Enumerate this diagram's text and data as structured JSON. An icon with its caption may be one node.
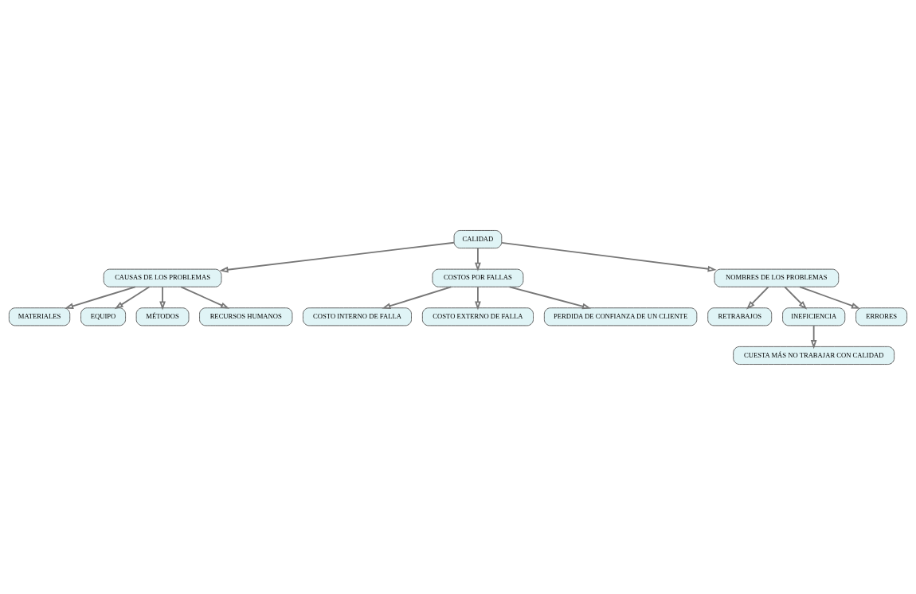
{
  "diagram": {
    "nodes": [
      {
        "text": [
          "CALIDAD"
        ]
      },
      {
        "text": [
          "CAUSAS DE LOS PROBLEMAS"
        ]
      },
      {
        "text": [
          "COSTOS POR FALLAS"
        ]
      },
      {
        "text": [
          "MATERIALES"
        ]
      },
      {
        "text": [
          "EQUIPO"
        ]
      },
      {
        "text": [
          "MÉTODOS"
        ]
      },
      {
        "text": [
          "RECURSOS HUMANOS"
        ]
      },
      {
        "text": [
          "COSTO INTERNO DE FALLA"
        ]
      },
      {
        "text": [
          "COSTO EXTERNO DE FALLA"
        ]
      },
      {
        "text": [
          "PERDIDA DE CONFIANZA DE UN CLIENTE"
        ]
      },
      {
        "text": [
          "NOMBRES DE LOS PROBLEMAS"
        ]
      },
      {
        "text": [
          "RETRABAJOS"
        ]
      },
      {
        "text": [
          "INEFICIENCIA"
        ]
      },
      {
        "text": [
          "ERRORES"
        ]
      },
      {
        "text": [
          "CUESTA MÁS NO TRABAJAR CON CALIDAD"
        ]
      }
    ],
    "edges": [
      {
        "from": 0,
        "to": 1,
        "arrow": "to"
      },
      {
        "from": 0,
        "to": 2,
        "arrow": "to"
      },
      {
        "from": 1,
        "to": 3,
        "arrow": "to"
      },
      {
        "from": 1,
        "to": 4,
        "arrow": "to"
      },
      {
        "from": 1,
        "to": 5,
        "arrow": "to"
      },
      {
        "from": 1,
        "to": 6,
        "arrow": "to"
      },
      {
        "from": 2,
        "to": 7,
        "arrow": "to"
      },
      {
        "from": 2,
        "to": 8,
        "arrow": "to"
      },
      {
        "from": 2,
        "to": 9,
        "arrow": "to"
      },
      {
        "from": 0,
        "to": 10,
        "arrow": "to"
      },
      {
        "from": 10,
        "to": 11,
        "arrow": "to"
      },
      {
        "from": 10,
        "to": 12,
        "arrow": "to"
      },
      {
        "from": 10,
        "to": 13,
        "arrow": "to"
      },
      {
        "from": 12,
        "to": 14,
        "arrow": "to"
      }
    ]
  }
}
